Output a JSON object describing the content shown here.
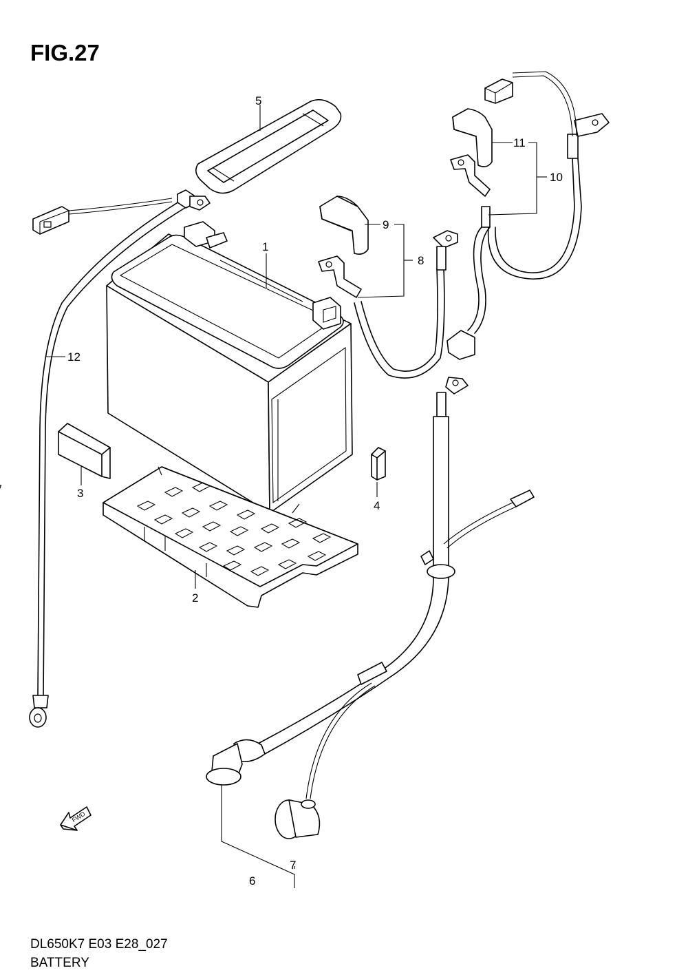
{
  "figure_title": "FIG.27",
  "footer": {
    "model_code": "DL650K7 E03 E28_027",
    "section_name": "BATTERY"
  },
  "direction_marker": "FWD",
  "callouts": {
    "c1": "1",
    "c2": "2",
    "c3": "3",
    "c4": "4",
    "c5": "5",
    "c6": "6",
    "c7": "7",
    "c8": "8",
    "c9": "9",
    "c10": "10",
    "c11": "11",
    "c12": "12"
  }
}
